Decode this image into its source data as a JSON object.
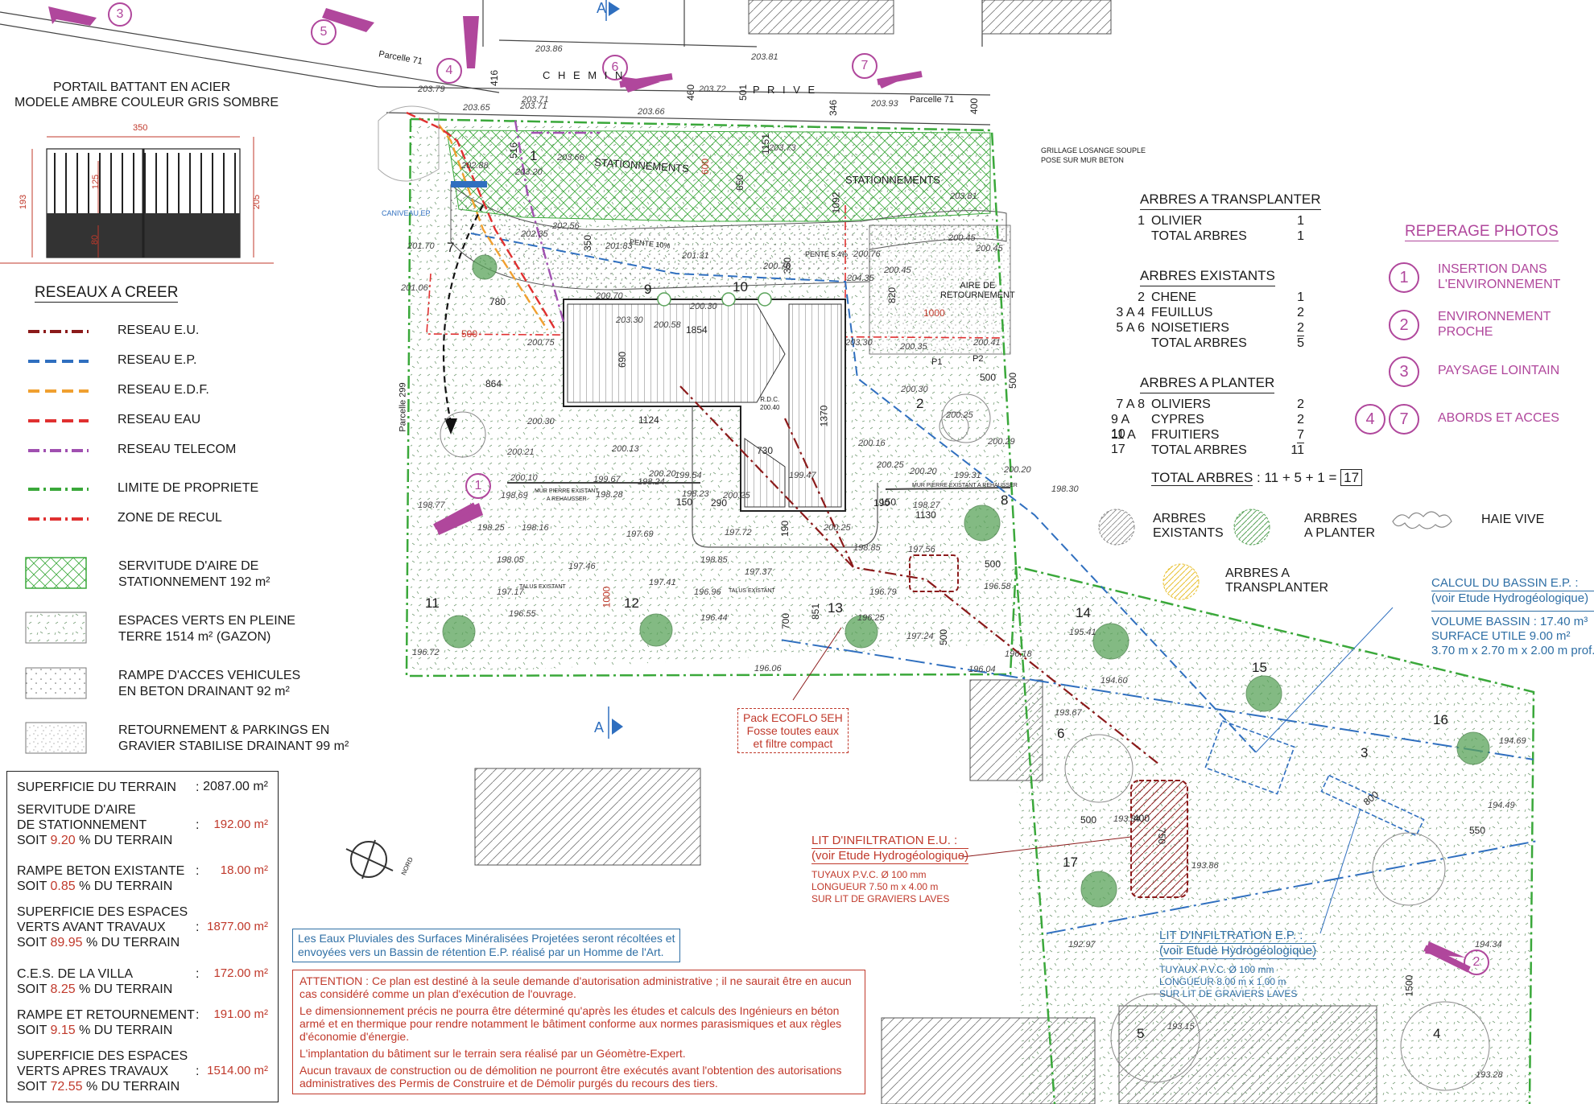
{
  "gate": {
    "title1": "PORTAIL BATTANT EN ACIER",
    "title2": "MODELE AMBRE COULEUR GRIS SOMBRE",
    "dim_width": "350",
    "dim_left": "193",
    "dim_right": "205",
    "dim_inner1": "125",
    "dim_inner2": "80"
  },
  "networks": {
    "title": "RESEAUX A CREER",
    "items": [
      {
        "label": "RESEAU E.U.",
        "color": "#8b1a1a",
        "style": "dashdot"
      },
      {
        "label": "RESEAU E.P.",
        "color": "#2f6fbf",
        "style": "dash"
      },
      {
        "label": "RESEAU E.D.F.",
        "color": "#f0a030",
        "style": "dash"
      },
      {
        "label": "RESEAU EAU",
        "color": "#e03030",
        "style": "dash"
      },
      {
        "label": "RESEAU TELECOM",
        "color": "#a050b0",
        "style": "dashdot"
      },
      {
        "label": "LIMITE DE PROPRIETE",
        "color": "#3aa83a",
        "style": "dashdot"
      },
      {
        "label": "ZONE DE RECUL",
        "color": "#e03030",
        "style": "dashdot"
      }
    ]
  },
  "areas": [
    {
      "line1": "SERVITUDE D'AIRE DE",
      "line2": "STATIONNEMENT 192 m²",
      "pattern": "hatch-green"
    },
    {
      "line1": "ESPACES VERTS EN PLEINE",
      "line2": "TERRE 1514 m² (GAZON)",
      "pattern": "grass"
    },
    {
      "line1": "RAMPE D'ACCES VEHICULES",
      "line2": "EN BETON DRAINANT 92 m²",
      "pattern": "dots"
    },
    {
      "line1": "RETOURNEMENT & PARKINGS EN",
      "line2": "GRAVIER STABILISE DRAINANT 99 m²",
      "pattern": "gravel"
    }
  ],
  "summary": {
    "rows": [
      {
        "lines": [
          "SUPERFICIE DU TERRAIN"
        ],
        "value": "2087.00 m²",
        "plain": true
      },
      {
        "lines": [
          "SERVITUDE D'AIRE",
          "DE STATIONNEMENT"
        ],
        "soit": "9.20",
        "value": "192.00 m²"
      },
      {
        "lines": [
          "RAMPE BETON EXISTANTE"
        ],
        "soit": "0.85",
        "value": "18.00 m²"
      },
      {
        "lines": [
          "SUPERFICIE DES ESPACES",
          "VERTS AVANT TRAVAUX"
        ],
        "soit": "89.95",
        "value": "1877.00 m²"
      },
      {
        "lines": [
          "C.E.S. DE LA VILLA"
        ],
        "soit": "8.25",
        "value": "172.00 m²"
      },
      {
        "lines": [
          "RAMPE ET RETOURNEMENT"
        ],
        "soit": "9.15",
        "value": "191.00 m²"
      },
      {
        "lines": [
          "SUPERFICIE DES ESPACES",
          "VERTS APRES TRAVAUX"
        ],
        "soit": "72.55",
        "value": "1514.00 m²"
      }
    ],
    "soit_prefix": "SOIT",
    "soit_suffix": "% DU TERRAIN"
  },
  "trees": {
    "transplant_title": "ARBRES  A TRANSPLANTER",
    "transplant": [
      {
        "num": "1",
        "name": "OLIVIER",
        "qty": "1"
      },
      {
        "num": "",
        "name": "TOTAL  ARBRES",
        "qty": "1"
      }
    ],
    "existing_title": "ARBRES  EXISTANTS",
    "existing": [
      {
        "num": "2",
        "name": "CHENE",
        "qty": "1"
      },
      {
        "num": "3 A 4",
        "name": "FEUILLUS",
        "qty": "2"
      },
      {
        "num": "5 A 6",
        "name": "NOISETIERS",
        "qty": "2"
      },
      {
        "num": "",
        "name": "TOTAL  ARBRES",
        "qty": "5"
      }
    ],
    "plant_title": "ARBRES  A PLANTER",
    "plant": [
      {
        "num": "7 A 8",
        "name": "OLIVIERS",
        "qty": "2"
      },
      {
        "num": "9 A 10",
        "name": "CYPRES",
        "qty": "2"
      },
      {
        "num": "11 A 17",
        "name": "FRUITIERS",
        "qty": "7"
      },
      {
        "num": "",
        "name": "TOTAL  ARBRES",
        "qty": "11"
      }
    ],
    "grand_total_label": "TOTAL  ARBRES",
    "grand_total_formula": ": 11 + 5 + 1 =",
    "grand_total_value": "17",
    "symbols": [
      {
        "line1": "ARBRES",
        "line2": "EXISTANTS"
      },
      {
        "line1": "ARBRES",
        "line2": "A PLANTER"
      },
      {
        "line1": "HAIE VIVE",
        "line2": ""
      },
      {
        "line1": "ARBRES A",
        "line2": "TRANSPLANTER"
      }
    ]
  },
  "photos": {
    "title": "REPERAGE PHOTOS",
    "items": [
      {
        "num": "1",
        "line1": "INSERTION DANS",
        "line2": "L'ENVIRONNEMENT"
      },
      {
        "num": "2",
        "line1": "ENVIRONNEMENT",
        "line2": "PROCHE"
      },
      {
        "num": "3",
        "line1": "PAYSAGE LOINTAIN",
        "line2": ""
      },
      {
        "num": "4",
        "num2": "7",
        "line1": "ABORDS ET ACCES",
        "line2": ""
      }
    ]
  },
  "basin": {
    "title": "CALCUL DU BASSIN E.P. :",
    "subtitle": "(voir Etude Hydrogéologique)",
    "line1": "VOLUME BASSIN : 17.40 m³",
    "line2": "SURFACE UTILE 9.00 m²",
    "line3": "3.70 m x 2.70 m x 2.00 m prof."
  },
  "infil_eu": {
    "title": "LIT D'INFILTRATION E.U. :",
    "subtitle": "(voir Etude Hydrogéologique)",
    "line1": "TUYAUX P.V.C. Ø 100 mm",
    "line2": "LONGUEUR 7.50 m x 4.00 m",
    "line3": "SUR LIT DE GRAVIERS LAVES"
  },
  "infil_ep": {
    "title": "LIT D'INFILTRATION E.P. :",
    "subtitle": "(voir Etude Hydrogéologique)",
    "line1": "TUYAUX P.V.C. Ø 100 mm",
    "line2": "LONGUEUR 8.00 m x 1.00 m",
    "line3": "SUR LIT DE GRAVIERS LAVES"
  },
  "ecoflo": {
    "line1": "Pack ECOFLO 5EH",
    "line2": "Fosse toutes eaux",
    "line3": "et filtre compact"
  },
  "rain_note": {
    "line1": "Les Eaux Pluviales des Surfaces Minéralisées Projetées seront récoltées et",
    "line2": "envoyées vers un Bassin de rétention E.P. réalisé par un Homme de l'Art."
  },
  "attention": {
    "p1": "ATTENTION : Ce plan est destiné à  la seule demande d'autorisation administrative ; il ne saurait être en aucun cas considéré comme un plan d'exécution de l'ouvrage.",
    "p2": "Le dimensionnement précis ne pourra être déterminé qu'après les études et calculs des Ingénieurs en béton armé et en thermique pour rendre notamment le bâtiment conforme aux normes parasismiques et aux règles d'économie d'énergie.",
    "p3": "L'implantation du bâtiment sur le terrain sera réalisé par un Géomètre-Expert.",
    "p4": "Aucun travaux de construction ou de démolition ne pourront être exécutés avant l'obtention des autorisations administratives des Permis de Construire et de Démolir purgés du recours des tiers."
  },
  "plan_labels": {
    "chemin": "C H E M I N",
    "prive": "P R I V E",
    "parcelle71a": "Parcelle 71",
    "parcelle71b": "Parcelle 71",
    "parcelle299": "Parcelle 299",
    "stationnements1": "STATIONNEMENTS",
    "stationnements2": "STATIONNEMENTS",
    "aire_retournement1": "AIRE DE",
    "aire_retournement2": "RETOURNEMENT",
    "grillage1": "GRILLAGE LOSANGE SOUPLE",
    "grillage2": "POSE SUR MUR BETON",
    "caniveau": "CANIVEAU EP",
    "pente10": "PENTE 10%",
    "pente54": "PENTE 5.4%",
    "mur1": "MUR PIERRE EXISTANT",
    "mur2": "A REHAUSSER",
    "mur3": "MUR PIERRE EXISTANT A REHAUSSER",
    "talus1": "TALUS EXISTANT",
    "talus2": "TALUS EXISTANT",
    "north": "NORD",
    "section_a": "A",
    "p1": "P1",
    "p2": "P2",
    "rdc": "R.D.C.",
    "rdc_val": "200.40"
  },
  "elevations": [
    {
      "t": "203.86"
    },
    {
      "t": "203.81"
    },
    {
      "t": "203.79"
    },
    {
      "t": "203.65"
    },
    {
      "t": "203.71"
    },
    {
      "t": "203.72"
    },
    {
      "t": "203.66"
    },
    {
      "t": "203.73"
    },
    {
      "t": "203.93"
    },
    {
      "t": "203.66"
    },
    {
      "t": "203.81"
    },
    {
      "t": "202.88"
    },
    {
      "t": "203.20"
    },
    {
      "t": "202.56"
    },
    {
      "t": "202.35"
    },
    {
      "t": "201.70"
    },
    {
      "t": "201.06"
    },
    {
      "t": "201.83"
    },
    {
      "t": "201.31"
    },
    {
      "t": "200.78"
    },
    {
      "t": "200.76"
    },
    {
      "t": "200.45"
    },
    {
      "t": "200.45"
    },
    {
      "t": "200.45"
    },
    {
      "t": "200.70"
    },
    {
      "t": "200.30"
    },
    {
      "t": "200.58"
    },
    {
      "t": "200.75"
    },
    {
      "t": "200.41"
    },
    {
      "t": "200.35"
    },
    {
      "t": "200.30"
    },
    {
      "t": "200.25"
    },
    {
      "t": "200.16"
    },
    {
      "t": "200.25"
    },
    {
      "t": "200.20"
    },
    {
      "t": "200.29"
    },
    {
      "t": "200.20"
    },
    {
      "t": "200.30"
    },
    {
      "t": "200.21"
    },
    {
      "t": "200.13"
    },
    {
      "t": "200.10"
    },
    {
      "t": "200.20"
    },
    {
      "t": "199.54"
    },
    {
      "t": "199.67"
    },
    {
      "t": "199.47"
    },
    {
      "t": "199.31"
    },
    {
      "t": "198.30"
    },
    {
      "t": "198.69"
    },
    {
      "t": "198.28"
    },
    {
      "t": "198.24"
    },
    {
      "t": "198.23"
    },
    {
      "t": "200.25"
    },
    {
      "t": "198.27"
    },
    {
      "t": "198.77"
    },
    {
      "t": "198.25"
    },
    {
      "t": "198.16"
    },
    {
      "t": "197.69"
    },
    {
      "t": "197.72"
    },
    {
      "t": "200.25"
    },
    {
      "t": "198.85"
    },
    {
      "t": "197.56"
    },
    {
      "t": "198.05"
    },
    {
      "t": "197.46"
    },
    {
      "t": "197.37"
    },
    {
      "t": "197.41"
    },
    {
      "t": "197.17"
    },
    {
      "t": "196.96"
    },
    {
      "t": "196.79"
    },
    {
      "t": "196.58"
    },
    {
      "t": "196.55"
    },
    {
      "t": "196.44"
    },
    {
      "t": "196.25"
    },
    {
      "t": "197.24"
    },
    {
      "t": "196.72"
    },
    {
      "t": "196.06"
    },
    {
      "t": "196.04"
    },
    {
      "t": "196.18"
    },
    {
      "t": "195.41"
    },
    {
      "t": "194.60"
    },
    {
      "t": "193.67"
    },
    {
      "t": "194.69"
    },
    {
      "t": "193.84"
    },
    {
      "t": "194.49"
    },
    {
      "t": "193.86"
    },
    {
      "t": "192.97"
    },
    {
      "t": "194.34"
    },
    {
      "t": "193.15"
    },
    {
      "t": "193.28"
    },
    {
      "t": "203.71"
    },
    {
      "t": "204.35"
    },
    {
      "t": "203.30"
    },
    {
      "t": "203.30"
    },
    {
      "t": "198.85"
    }
  ],
  "dimensions": [
    "416",
    "516",
    "460",
    "501",
    "346",
    "400",
    "600",
    "650",
    "1151",
    "1092",
    "350",
    "350",
    "820",
    "1000",
    "780",
    "500",
    "864",
    "1854",
    "690",
    "1124",
    "1370",
    "730",
    "500",
    "1130",
    "290",
    "150",
    "190",
    "150",
    "190",
    "851",
    "700",
    "1000",
    "500",
    "500",
    "500",
    "800",
    "550",
    "400",
    "750",
    "500",
    "1500"
  ],
  "tree_numbers": [
    "1",
    "2",
    "3",
    "4",
    "5",
    "6",
    "7",
    "8",
    "9",
    "10",
    "11",
    "12",
    "13",
    "14",
    "15",
    "16",
    "17"
  ],
  "photo_markers": [
    "1",
    "2",
    "3",
    "4",
    "5",
    "6",
    "7"
  ]
}
